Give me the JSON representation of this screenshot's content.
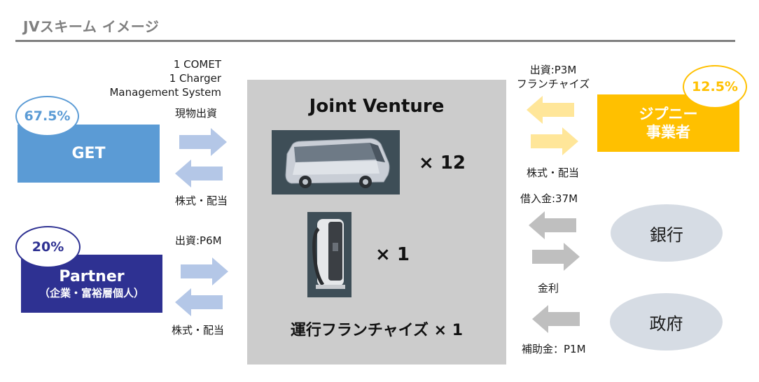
{
  "title": "JVスキーム イメージ",
  "colors": {
    "get_blue": "#5b9bd5",
    "partner_navy": "#2e3192",
    "jeepney_yellow": "#ffc000",
    "arrow_blue": "#b4c7e7",
    "arrow_yellow": "#ffe699",
    "arrow_gray": "#bfbfbf",
    "jv_gray": "#cccccc",
    "ellipse_gray": "#d6dce4"
  },
  "left": {
    "get": {
      "name": "GET",
      "share": "67.5%",
      "contribution_lines": [
        "1 COMET",
        "1 Charger",
        "Management System"
      ],
      "contribution_label": "現物出資",
      "return_label": "株式・配当"
    },
    "partner": {
      "name": "Partner",
      "subtitle": "（企業・富裕層個人）",
      "share": "20%",
      "contribution_label": "出資:P6M",
      "return_label": "株式・配当"
    }
  },
  "center": {
    "title": "Joint Venture",
    "items": [
      {
        "image": "electric-bus-comet",
        "multiplier": "× 12"
      },
      {
        "image": "ev-charger",
        "multiplier": "× 1"
      }
    ],
    "franchise": "運行フランチャイズ × 1"
  },
  "right": {
    "jeepney": {
      "name_line1": "ジプニー",
      "name_line2": "事業者",
      "share": "12.5%",
      "contribution_line1": "出資:P3M",
      "contribution_line2": "フランチャイズ",
      "return_label": "株式・配当"
    },
    "bank": {
      "name": "銀行",
      "loan_label": "借入金:37M",
      "interest_label": "金利"
    },
    "government": {
      "name": "政府",
      "subsidy_label": "補助金：P1M"
    }
  }
}
